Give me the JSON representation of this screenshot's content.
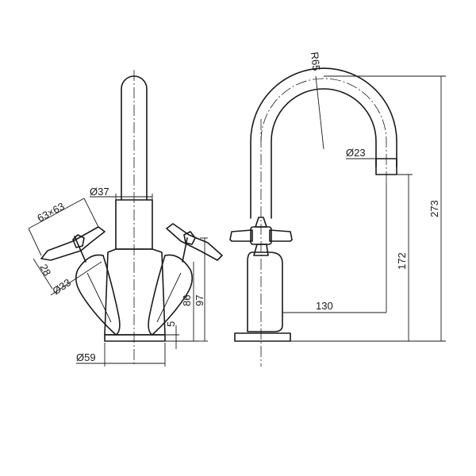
{
  "dimensions": {
    "handle_size": "63×63",
    "body_diameter": "Ø37",
    "lever_width": "28",
    "lever_diameter": "Ø33",
    "base_height": "5",
    "lever_height": "86",
    "handle_height": "97",
    "base_diameter": "Ø59",
    "spout_radius": "R65",
    "outlet_diameter": "Ø23",
    "outlet_height": "172",
    "spout_reach": "130",
    "total_height": "273"
  }
}
